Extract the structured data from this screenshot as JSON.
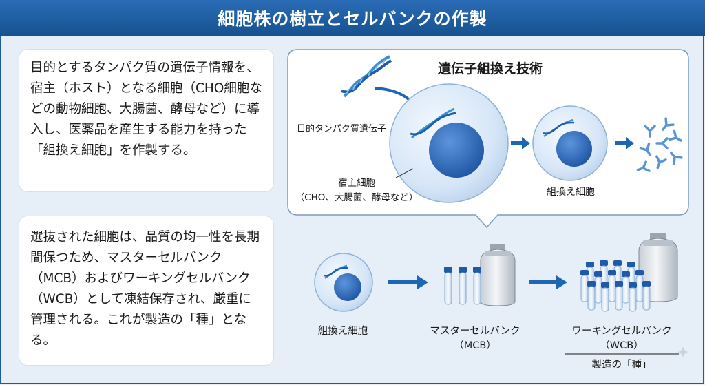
{
  "header": {
    "title": "細胞株の樹立とセルバンクの作製"
  },
  "text_boxes": [
    {
      "text": "目的とするタンパク質の遺伝子情報を、宿主（ホスト）となる細胞（CHO細胞などの動物細胞、大腸菌、酵母など）に導入し、医薬品を産生する能力を持った「組換え細胞」を作製する。"
    },
    {
      "text": "選抜された細胞は、品質の均一性を長期間保つため、マスターセルバンク（MCB）およびワーキングセルバンク（WCB）として凍結保存され、厳重に管理される。これが製造の「種」となる。"
    }
  ],
  "upper_panel": {
    "title": "遺伝子組換え技術",
    "gene_label": "目的タンパク質遺伝子",
    "host_label_line1": "宿主細胞",
    "host_label_line2": "（CHO、大腸菌、酵母など）",
    "recombinant_label": "組換え細胞"
  },
  "lower_row": {
    "cell_label": "組換え細胞",
    "mcb_label_line1": "マスターセルバンク",
    "mcb_label_line2": "（MCB）",
    "wcb_label_line1": "ワーキングセルバンク",
    "wcb_label_line2": "（WCB）",
    "seed_label": "製造の「種」"
  },
  "colors": {
    "header": "#1d5fa6",
    "arrow": "#1d66b3",
    "cell_fill": "#dbe9f8",
    "nucleus": "#2f6fc0",
    "dna": "#3b8fd4",
    "vial_cap": "#1f5aa6"
  },
  "icons": [
    "dna-icon",
    "cell-icon",
    "antibody-icon",
    "cryo-tank-icon",
    "vial-icon",
    "sparkle-icon"
  ]
}
